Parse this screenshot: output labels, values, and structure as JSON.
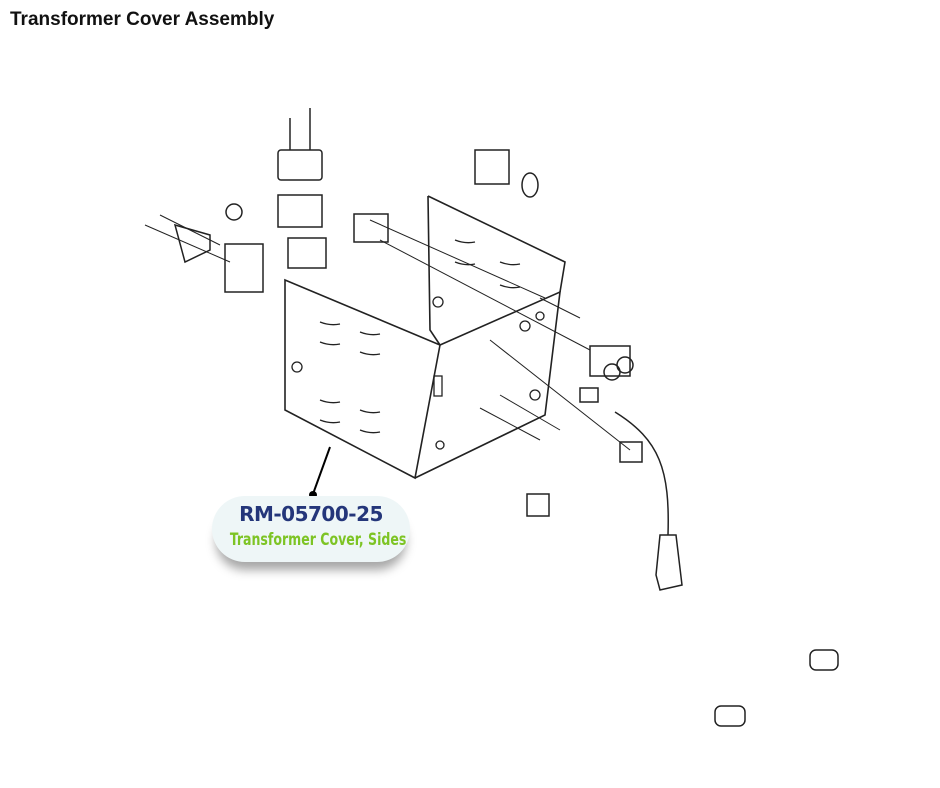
{
  "title": "Transformer Cover Assembly",
  "callout": {
    "part_number": "RM-05700-25",
    "description": "Transformer Cover, Sides"
  },
  "colors": {
    "part_number": "#24367a",
    "description": "#7dc424",
    "callout_bg": "#eef6f7"
  }
}
